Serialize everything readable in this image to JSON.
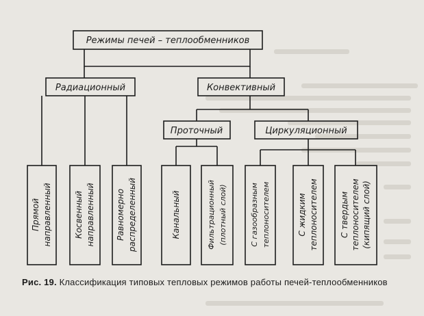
{
  "diagram": {
    "root": "Режимы печей – теплообменников",
    "level1": {
      "radiation": "Радиационный",
      "convection": "Конвективный"
    },
    "level2": {
      "flow": "Проточный",
      "circulation": "Циркуляционный"
    },
    "leaves": {
      "direct": [
        "Прямой",
        "направленный"
      ],
      "indirect": [
        "Косвенный",
        "направленный"
      ],
      "uniform": [
        "Равномерно",
        "распределенный"
      ],
      "channel": [
        "Канальный"
      ],
      "filtration": [
        "Фильтрационный",
        "(плотный слой)"
      ],
      "gas": [
        "С газообразным",
        "теплоносителем"
      ],
      "liquid": [
        "С жидким",
        "теплоносителем"
      ],
      "solid": [
        "С твердым",
        "теплоносителем",
        "(кипящий слой)"
      ]
    }
  },
  "caption": {
    "label": "Рис. 19.",
    "text": "Классификация типовых тепловых режимов работы печей-теплообменников"
  }
}
